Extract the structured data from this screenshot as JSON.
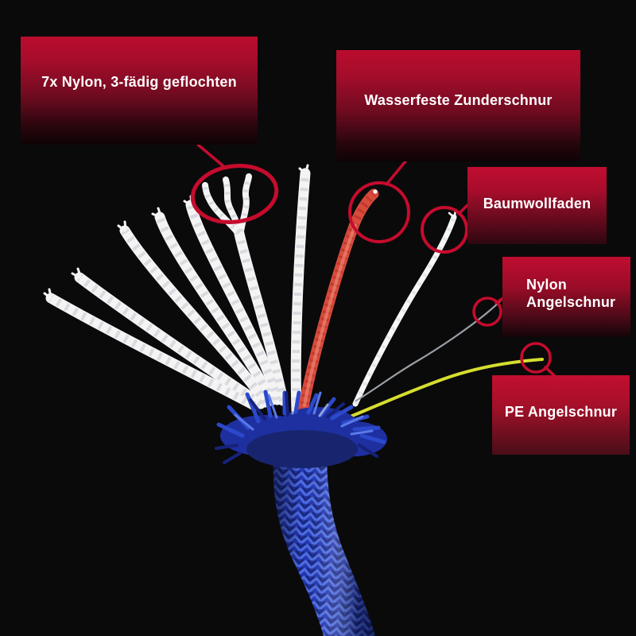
{
  "figure": {
    "subject": "frayed blue braided cord showing inner strands",
    "callouts": [
      {
        "id": "braided",
        "label": "7x Nylon, 3-fädig geflochten"
      },
      {
        "id": "tinder",
        "label": "Wasserfeste Zunderschnur"
      },
      {
        "id": "cotton",
        "label": "Baumwollfaden"
      },
      {
        "id": "nylon-line",
        "label": "Nylon Angelschnur",
        "lines": [
          "Nylon",
          "Angelschnur"
        ]
      },
      {
        "id": "pe-line",
        "label": "PE Angelschnur"
      }
    ]
  },
  "colors": {
    "background": "#0a0a0b",
    "accent_red": "#c60b2d",
    "label_gradient_top": "#bb0c2e",
    "label_gradient_bottom": "#140305",
    "label_text": "#ffffff",
    "rope_blue": "#2437b2",
    "rope_blue_highlight": "#4f6fe0",
    "rope_blue_shadow": "#16246e",
    "strand_white": "#f4f4f4",
    "tinder_red": "#d84b3c",
    "cotton_white": "#f7f7f7",
    "nylon_line_gray": "#9aa0a6",
    "pe_line_yellow": "#d6de2f"
  }
}
